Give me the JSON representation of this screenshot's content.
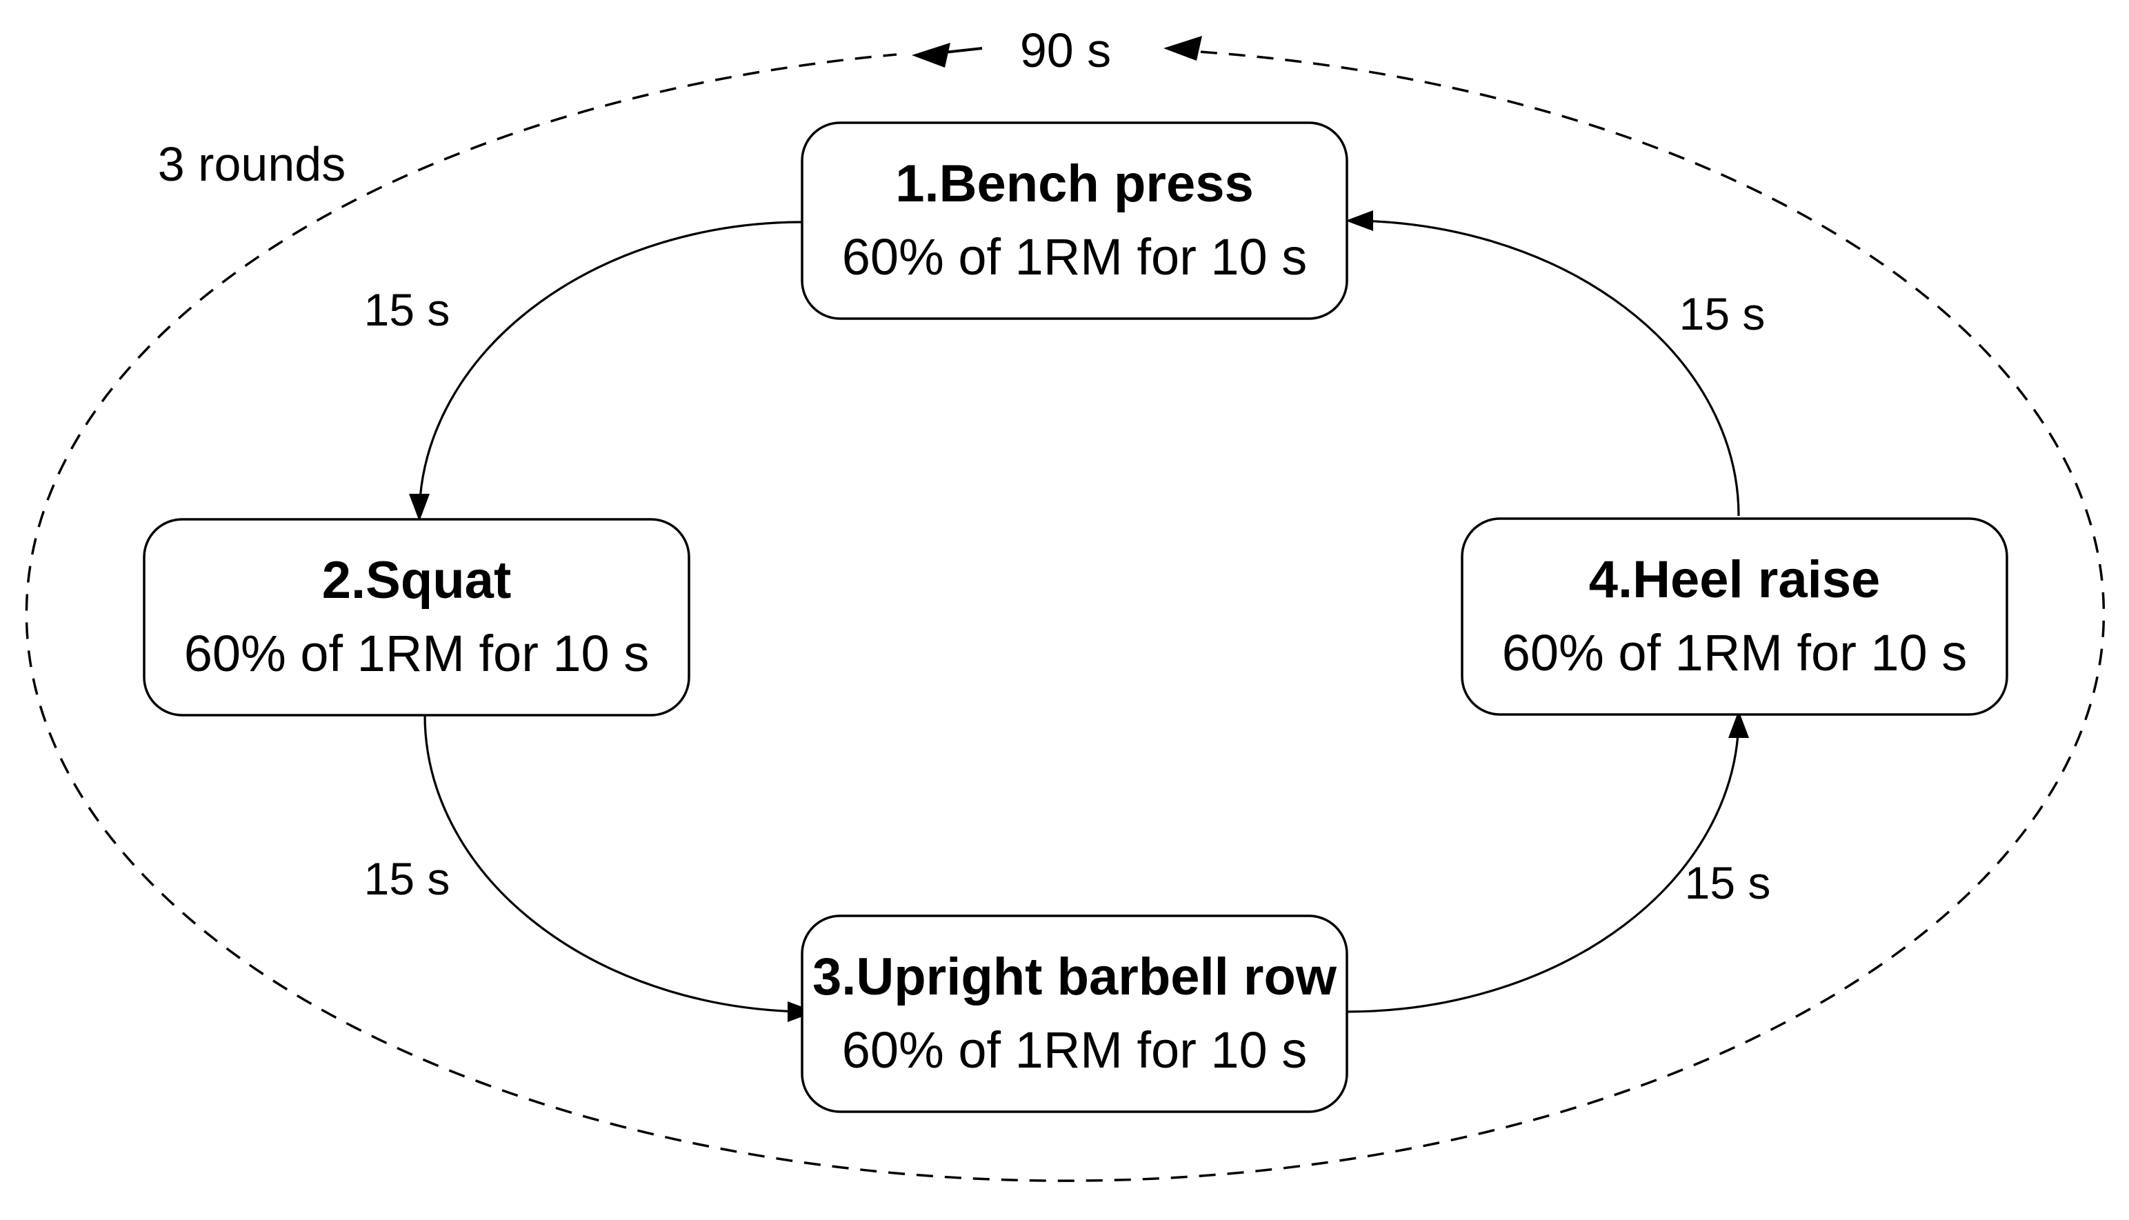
{
  "diagram": {
    "outer_loop": {
      "rest_label": "90 s",
      "rounds_label": "3 rounds"
    },
    "transitions": [
      "15 s",
      "15 s",
      "15 s",
      "15 s"
    ],
    "nodes": [
      {
        "title": "1.Bench press",
        "detail": "60% of 1RM for 10 s"
      },
      {
        "title": "2.Squat",
        "detail": "60% of 1RM for 10 s"
      },
      {
        "title": "3.Upright barbell row",
        "detail": "60% of 1RM for 10 s"
      },
      {
        "title": "4.Heel raise",
        "detail": "60% of 1RM for 10 s"
      }
    ],
    "colors": {
      "line": "#000000",
      "text": "#000000",
      "box_fill": "#ffffff",
      "background": "#ffffff"
    }
  }
}
